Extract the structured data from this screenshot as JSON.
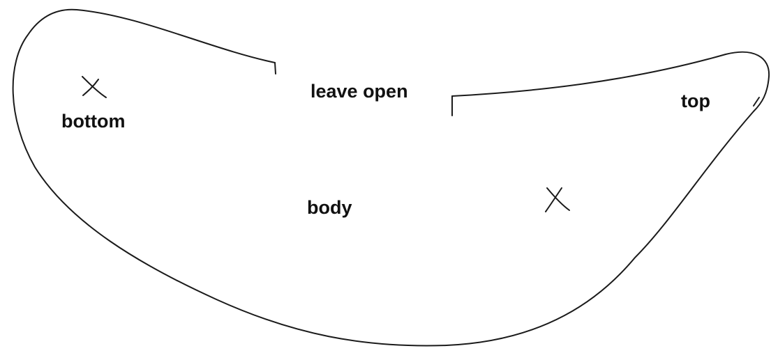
{
  "labels": {
    "bottom": "bottom",
    "leave_open": "leave open",
    "top": "top",
    "body": "body"
  },
  "colors": {
    "line": "#1a1a1a",
    "text": "#111111",
    "background": "#ffffff"
  },
  "markers": [
    {
      "name": "bottom-x-mark",
      "symbol": "x"
    },
    {
      "name": "body-x-mark",
      "symbol": "x"
    }
  ]
}
